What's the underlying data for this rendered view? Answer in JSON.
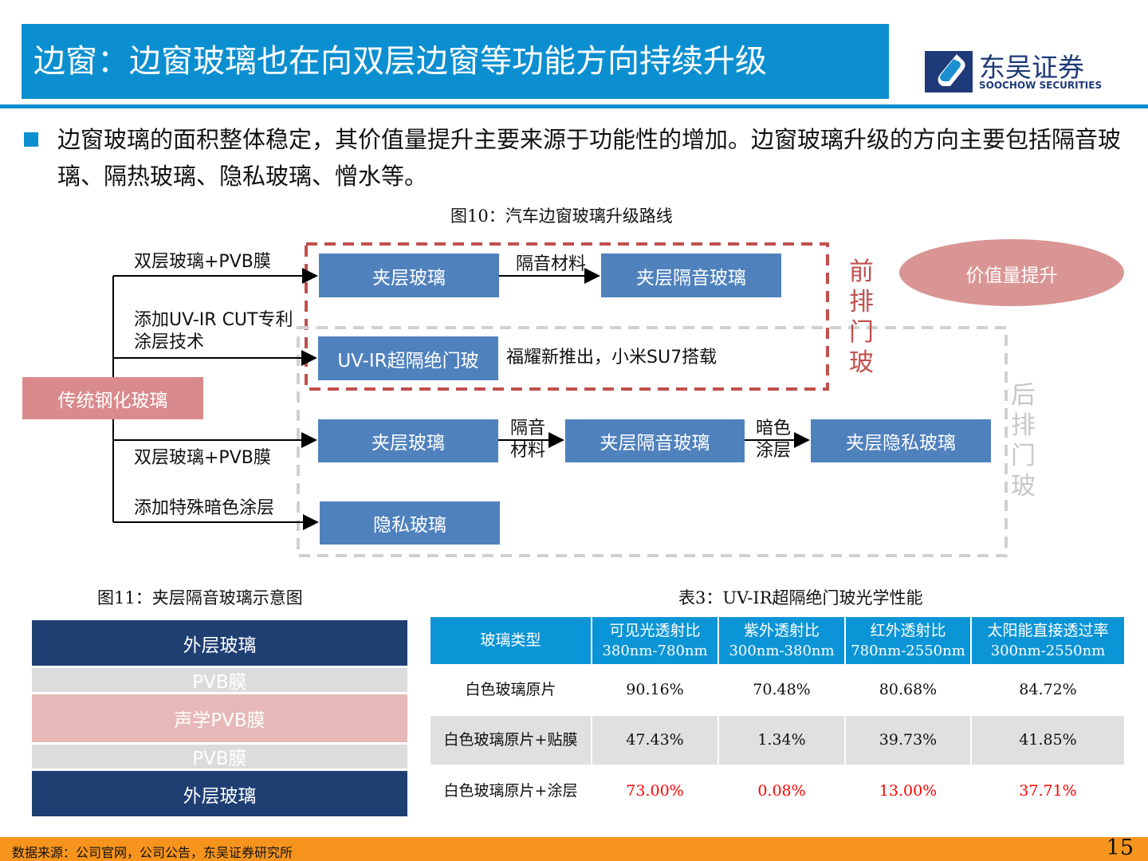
{
  "header": {
    "title": "边窗：边窗玻璃也在向双层边窗等功能方向持续升级",
    "logo_cn": "东吴证券",
    "logo_en": "SOOCHOW SECURITIES"
  },
  "bullet": "边窗玻璃的面积整体稳定，其价值量提升主要来源于功能性的增加。边窗玻璃升级的方向主要包括隔音玻璃、隔热玻璃、隐私玻璃、憎水等。",
  "figure10": {
    "caption": "图10：汽车边窗玻璃升级路线",
    "root": "传统钢化玻璃",
    "branches": [
      "双层玻璃+PVB膜",
      "添加UV-IR CUT专利涂层技术",
      "双层玻璃+PVB膜",
      "添加特殊暗色涂层"
    ],
    "boxes": [
      "夹层玻璃",
      "夹层隔音玻璃",
      "UV-IR超隔绝门玻",
      "夹层玻璃",
      "夹层隔音玻璃",
      "夹层隐私玻璃",
      "隐私玻璃"
    ],
    "arrow_labels": [
      "隔音材料",
      "隔音材料",
      "暗色涂层"
    ],
    "note": "福耀新推出，小米SU7搭载",
    "front_label": "前排门玻",
    "rear_label": "后排门玻",
    "value_label": "价值量提升",
    "colors": {
      "box": "#4F81BD",
      "front": "#C0504D",
      "rear": "#D0D0D0",
      "root": "#D98A8C"
    }
  },
  "figure11": {
    "caption": "图11：夹层隔音玻璃示意图",
    "layers": [
      "外层玻璃",
      "PVB膜",
      "声学PVB膜",
      "PVB膜",
      "外层玻璃"
    ]
  },
  "table3": {
    "caption": "表3：UV-IR超隔绝门玻光学性能",
    "headers": [
      [
        "玻璃类型",
        ""
      ],
      [
        "可见光透射比",
        "380nm-780nm"
      ],
      [
        "紫外透射比",
        "300nm-380nm"
      ],
      [
        "红外透射比",
        "780nm-2550nm"
      ],
      [
        "太阳能直接透过率",
        "300nm-2550nm"
      ]
    ],
    "rows": [
      [
        "白色玻璃原片",
        "90.16%",
        "70.48%",
        "80.68%",
        "84.72%"
      ],
      [
        "白色玻璃原片+贴膜",
        "47.43%",
        "1.34%",
        "39.73%",
        "41.85%"
      ],
      [
        "白色玻璃原片+涂层",
        "73.00%",
        "0.08%",
        "13.00%",
        "37.71%"
      ]
    ]
  },
  "footer": {
    "source": "数据来源：公司官网，公司公告，东吴证券研究所",
    "page": "15"
  }
}
